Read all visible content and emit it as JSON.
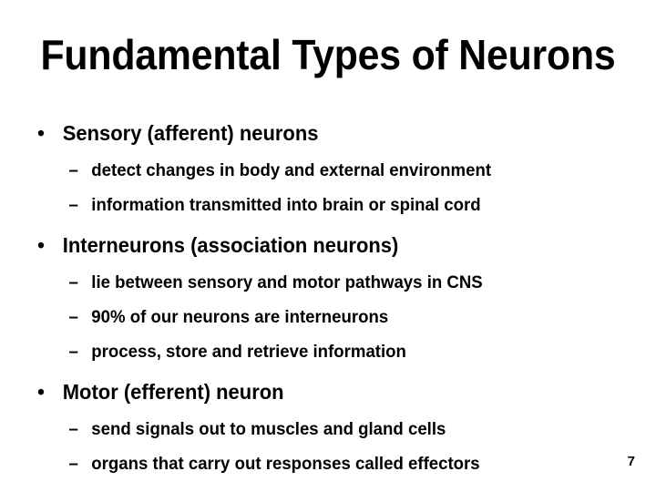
{
  "slide": {
    "title": "Fundamental Types of Neurons",
    "page_number": "7",
    "background_color": "#ffffff",
    "text_color": "#000000",
    "level1_marker": "•",
    "level2_marker": "–",
    "groups": [
      {
        "heading": "Sensory (afferent) neurons",
        "sub_items": [
          "detect changes in body and external environment",
          "information transmitted into brain or spinal cord"
        ]
      },
      {
        "heading": "Interneurons (association neurons)",
        "sub_items": [
          "lie between sensory and motor pathways in CNS",
          "90% of our neurons are interneurons",
          "process, store and retrieve information"
        ]
      },
      {
        "heading": "Motor (efferent) neuron",
        "sub_items": [
          "send signals out to muscles and gland cells",
          "organs that carry out responses called effectors"
        ]
      }
    ]
  }
}
